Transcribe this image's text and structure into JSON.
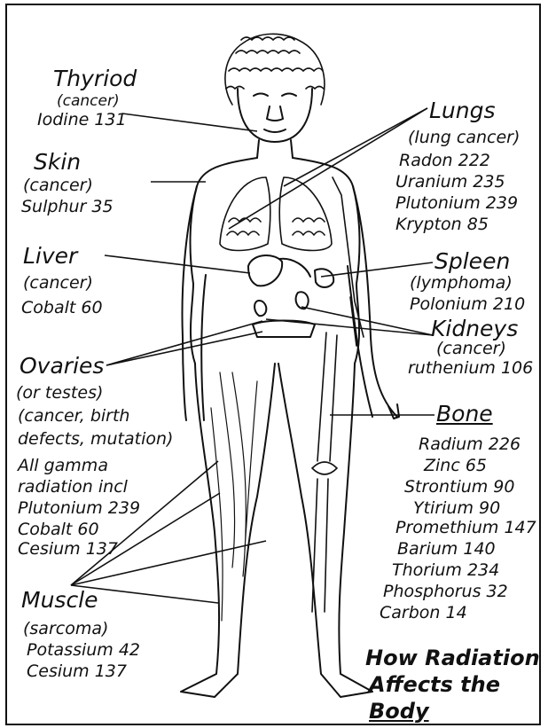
{
  "colors": {
    "ink": "#111111",
    "paper": "#ffffff"
  },
  "title": [
    "How Radiation",
    "Affects the",
    "Body"
  ],
  "thyroid": {
    "name": "Thyriod",
    "cond": "(cancer)",
    "isotopes": [
      "Iodine 131"
    ]
  },
  "skin": {
    "name": "Skin",
    "cond": "(cancer)",
    "isotopes": [
      "Sulphur 35"
    ]
  },
  "liver": {
    "name": "Liver",
    "cond": "(cancer)",
    "isotopes": [
      "Cobalt 60"
    ]
  },
  "ovaries": {
    "name": "Ovaries",
    "cond": [
      "(or testes)",
      "(cancer, birth",
      "defects, mutation)"
    ],
    "isotopes": [
      "All gamma",
      "radiation incl",
      "Plutonium 239",
      "Cobalt 60",
      "Cesium 137"
    ]
  },
  "muscle": {
    "name": "Muscle",
    "cond": "(sarcoma)",
    "isotopes": [
      "Potassium 42",
      "Cesium 137"
    ]
  },
  "lungs": {
    "name": "Lungs",
    "cond": "(lung cancer)",
    "isotopes": [
      "Radon 222",
      "Uranium 235",
      "Plutonium 239",
      "Krypton 85"
    ]
  },
  "spleen": {
    "name": "Spleen",
    "cond": "(lymphoma)",
    "isotopes": [
      "Polonium 210"
    ]
  },
  "kidneys": {
    "name": "Kidneys",
    "cond": "(cancer)",
    "isotopes": [
      "ruthenium 106"
    ]
  },
  "bone": {
    "name": "Bone",
    "isotopes": [
      "Radium 226",
      "Zinc 65",
      "Strontium 90",
      "Ytirium 90",
      "Promethium 147",
      "Barium 140",
      "Thorium 234",
      "Phosphorus 32",
      "Carbon 14"
    ]
  }
}
